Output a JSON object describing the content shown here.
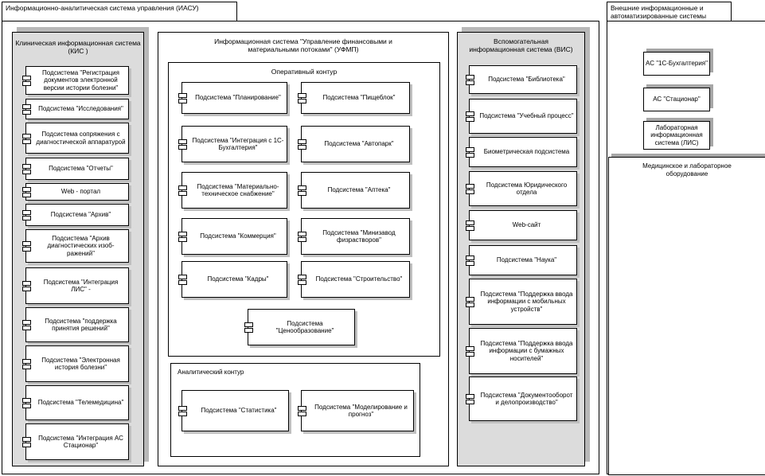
{
  "iasu": {
    "title": "Информационно-аналитическая система управления (ИАСУ)"
  },
  "external": {
    "title": "Внешние информационные и автоматизированные системы",
    "systems": [
      "АС \"1С-Бухгалтерия\"",
      "АС \"Стационар\"",
      "Лабораторная информационная система (ЛИС)"
    ],
    "equipment": "Медицинское и лабораторное оборудование"
  },
  "kis": {
    "title": "Клиническая информационная система (КИС )",
    "items": [
      "Подсистема \"Регистрация документов электронной версии истории болезни\"",
      "Подсистема \"Исследования\"",
      "Подсистема сопряжения с диагностической аппаратурой",
      "Подсистема \"Отчеты\"",
      "Web - портал",
      "Подсистема \"Архив\"",
      "Подсистема \"Архив диагностических изоб-ражений\"",
      "Подсистема \"Интеграция ЛИС\" -",
      "Подсистема \"поддержка принятия решений\"",
      "Подсистема \"Электронная история болезни\"",
      "Подсистема \"Телемедицина\"",
      "Подсистема \"Интеграция АС Стационар\""
    ]
  },
  "ufmp": {
    "title": "Информационная система \"Управление финансовыми и материальными потоками\" (УФМП)",
    "operative": {
      "title": "Оперативный контур",
      "items": [
        "Подсистема \"Планирование\"",
        "Подсистема \"Пищеблок\"",
        "Подсистема \"Интеграция с 1С-Бухгалтерия\"",
        "Подсистема \"Автопарк\"",
        "Подсистема \"Материально-техническое снабжение\"",
        "Подсистема \"Аптека\"",
        "Подсистема \"Коммерция\"",
        "Подсистема \"Минизавод физрастворов\"",
        "Подсистема \"Кадры\"",
        "Подсистема \"Строительство\"",
        "Подсистема \"Ценообразование\""
      ]
    },
    "analytic": {
      "title": "Аналитический контур",
      "items": [
        "Подсистема \"Статистика\"",
        "Подсистема \"Моделирование и прогноз\""
      ]
    }
  },
  "vis": {
    "title": "Вспомогательная информационная система (ВИС)",
    "items": [
      "Подсистема \"Библиотека\"",
      "Подсистема \"Учебный процесс\"",
      "Биометрическая подсистема",
      "Подсистема Юридического отдела",
      "Web-сайт",
      "Подсистема \"Наука\"",
      "Подсистема \"Поддержка ввода информации с мобильных устройств\"",
      "Подсистема \"Поддержка ввода информации с бумажных носителей\"",
      "Подсистема \"Документооборот и делопроизводство\""
    ]
  }
}
